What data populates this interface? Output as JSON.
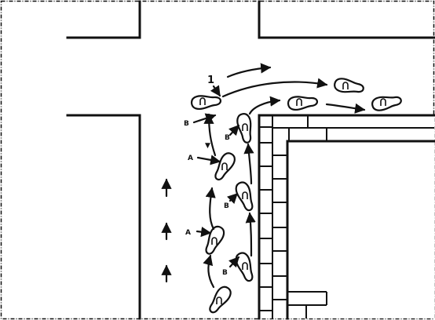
{
  "labels": {
    "step_number": "1",
    "a_upper": "A",
    "a_lower": "A",
    "b_top": "B",
    "b_upper": "B",
    "b_middle": "B",
    "b_lower": "B",
    "delta_mark": "▼"
  },
  "colors": {
    "ink": "#111111",
    "paper": "#ffffff"
  }
}
